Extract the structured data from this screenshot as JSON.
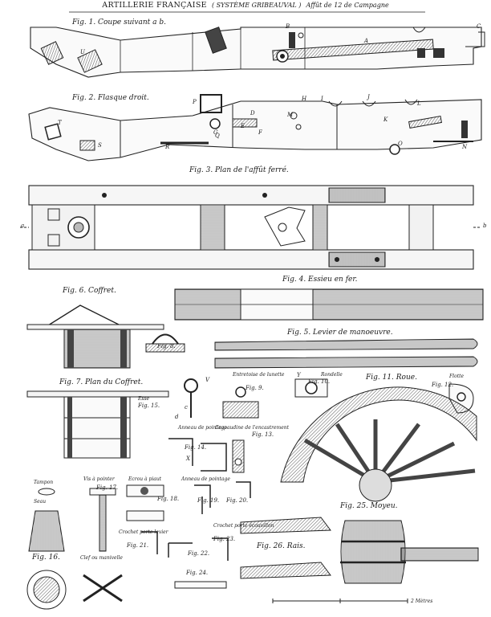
{
  "header": {
    "title": "ARTILLERIE FRANÇAISE",
    "system": "( SYSTÈME GRIBEAUVAL )",
    "subject": "Affût de 12 de Campagne"
  },
  "figures": {
    "fig1": "Fig. 1.  Coupe suivant a b.",
    "fig2": "Fig. 2.  Flasque droit.",
    "fig3": "Fig. 3.  Plan de l'affût ferré.",
    "fig4": "Fig. 4.  Essieu en fer.",
    "fig5": "Fig. 5.  Levier de manoeuvre.",
    "fig6": "Fig. 6.  Coffret.",
    "fig7": "Fig. 7.  Plan du Coffret.",
    "fig8": "Fig. 8.",
    "fig9": "Fig. 9.",
    "fig10": "Fig. 10.",
    "fig11": "Fig. 11.  Roue.",
    "fig12": "Fig. 12.",
    "fig13": "Fig. 13.",
    "fig14": "Fig. 14.",
    "fig15": "Fig. 15.",
    "fig16": "Fig. 16.",
    "fig17": "Fig. 17.",
    "fig18": "Fig. 18.",
    "fig19": "Fig. 19.",
    "fig20": "Fig. 20.",
    "fig21": "Fig. 21.",
    "fig22": "Fig. 22.",
    "fig23": "Fig. 23.",
    "fig24": "Fig. 24.",
    "fig25": "Fig. 25.  Moyeu.",
    "fig26": "Fig. 26.  Rais."
  },
  "captions": {
    "entretoise": "Entretoise de lunette",
    "rondelle": "Rondelle",
    "flotte": "Flotte",
    "esse": "Esse",
    "anneau_pointage": "Anneau de pointage",
    "crapaudine": "Crapaudine de l'encastrement",
    "tampon": "Tampon",
    "seau": "Seau",
    "vis_pointer": "Vis à pointer",
    "ecrou": "Ecrou à piaut",
    "anneau_pointage_2": "Anneau de pointage",
    "crochet_levier": "Crochet porte levier",
    "crochet_ecouvillon": "Crochet porte écouvillon",
    "clef": "Clef ou manivelle",
    "scale": "2 Mètres"
  },
  "letters": {
    "A": "A",
    "B": "B",
    "C": "C",
    "D": "D",
    "E": "E",
    "F": "F",
    "G": "G",
    "H": "H",
    "I": "I",
    "J": "J",
    "K": "K",
    "L": "L",
    "M": "M",
    "N": "N",
    "O": "O",
    "P": "P",
    "Q": "Q",
    "R": "R",
    "S": "S",
    "T": "T",
    "U": "U",
    "V": "V",
    "X": "X",
    "Y": "Y",
    "a": "a",
    "b": "b",
    "c": "c",
    "d": "d"
  }
}
